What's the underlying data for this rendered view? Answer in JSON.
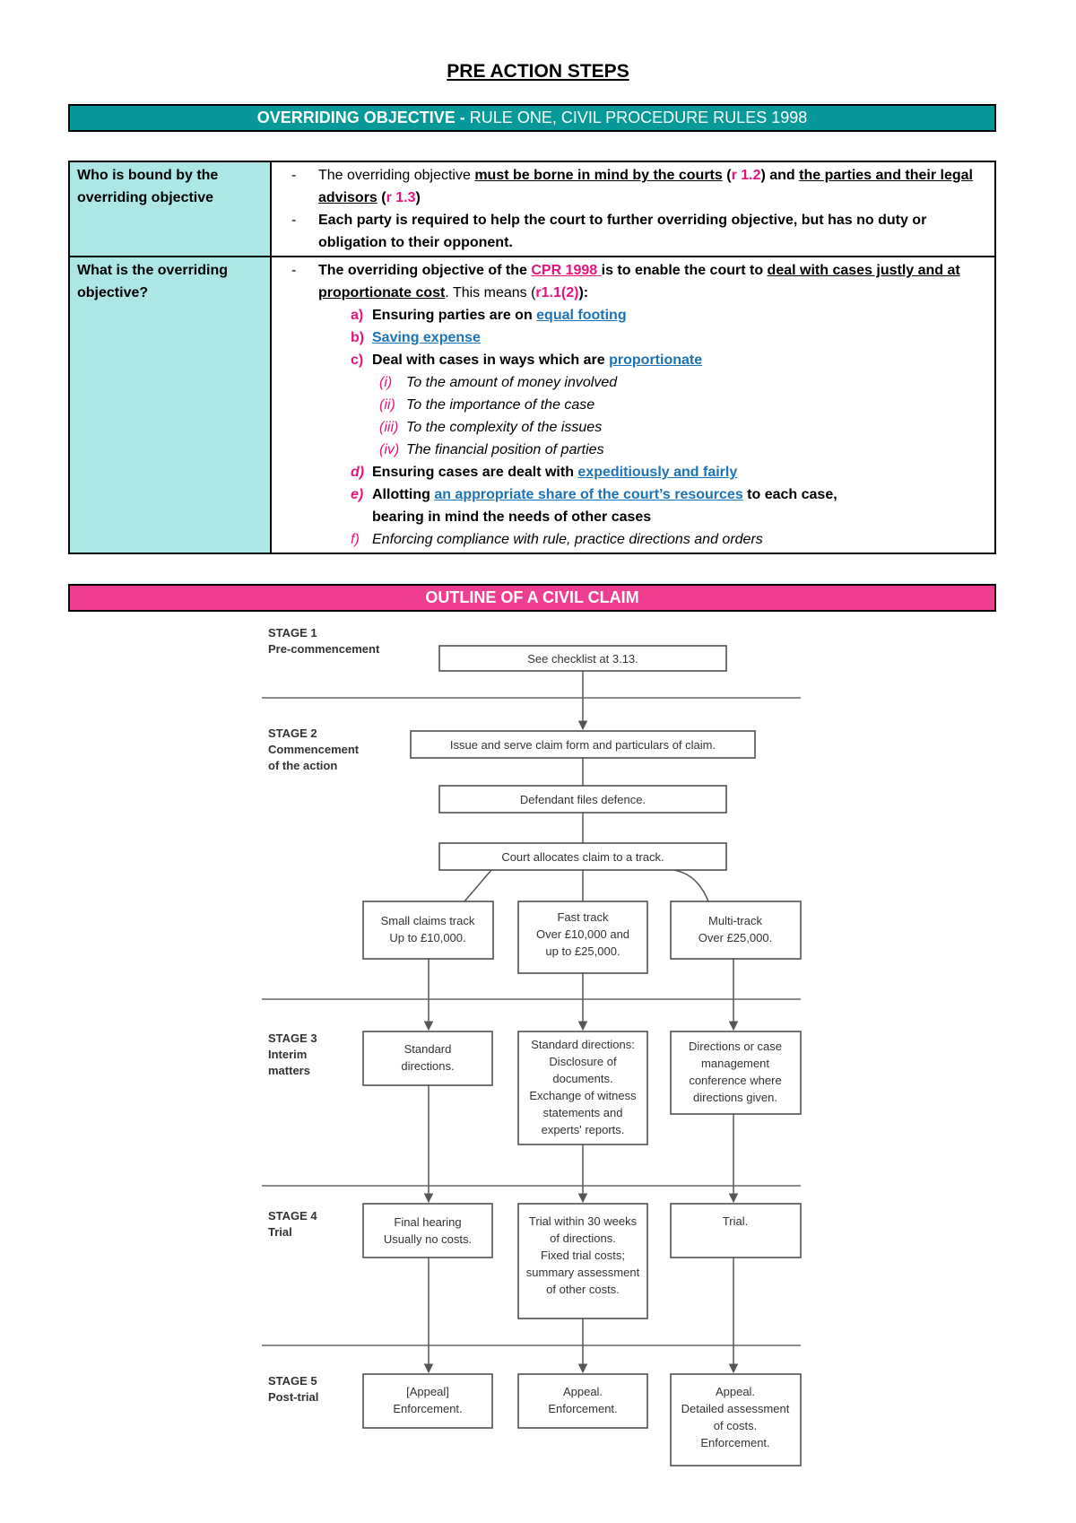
{
  "title": "PRE ACTION STEPS",
  "banner1": {
    "bold": "OVERRIDING OBJECTIVE - ",
    "rest": "RULE ONE, CIVIL PROCEDURE RULES 1998"
  },
  "table": {
    "row1": {
      "question": "Who is bound by the overriding objective",
      "b1": {
        "a": "The overriding objective ",
        "b": "must be borne in mind by the courts",
        "c": " (",
        "d": "r 1.2",
        "e": ") and ",
        "f": "the parties and their legal advisors",
        "g": " (",
        "h": "r 1.3",
        "i": ")"
      },
      "b2": "Each party is required to help the court to further overriding objective, but has no duty or obligation to their opponent."
    },
    "row2": {
      "question": "What is the overriding objective?",
      "intro": {
        "a": "The overriding objective of the ",
        "b": "CPR 1998 ",
        "c": "is to enable the court to ",
        "d": "deal with cases justly and at proportionate cost",
        "e": ". This means (",
        "f": "r1.1(2)",
        "g": "):"
      },
      "a": {
        "label": "a)",
        "pre": "Ensuring parties are on ",
        "link": "equal footing"
      },
      "b": {
        "label": "b)",
        "link": "Saving expense"
      },
      "c": {
        "label": "c)",
        "pre": "Deal with cases in ways which are ",
        "link": "proportionate"
      },
      "c_items": [
        {
          "label": "(i)",
          "text": "To the amount of money involved"
        },
        {
          "label": "(ii)",
          "text": "To the importance of the case"
        },
        {
          "label": "(iii)",
          "text": "To the complexity of the issues"
        },
        {
          "label": "(iv)",
          "text": "The financial position of parties"
        }
      ],
      "d": {
        "label": "d)",
        "pre": "Ensuring cases are dealt with ",
        "link": "expeditiously and fairly"
      },
      "e": {
        "label": "e)",
        "pre": "Allotting ",
        "link": "an appropriate share of the court’s resources",
        "post": " to each case,",
        "cont": "bearing in mind the needs of other cases"
      },
      "f": {
        "label": "f)",
        "text": "Enforcing compliance with rule, practice directions and orders"
      }
    }
  },
  "banner2": "OUTLINE OF A CIVIL CLAIM",
  "flow": {
    "stage1": {
      "title": "STAGE 1",
      "sub": [
        "Pre-commencement"
      ]
    },
    "stage2": {
      "title": "STAGE 2",
      "sub": [
        "Commencement",
        "of the action"
      ]
    },
    "stage3": {
      "title": "STAGE 3",
      "sub": [
        "Interim",
        "matters"
      ]
    },
    "stage4": {
      "title": "STAGE 4",
      "sub": [
        "Trial"
      ]
    },
    "stage5": {
      "title": "STAGE 5",
      "sub": [
        "Post-trial"
      ]
    },
    "checklist": "See checklist at 3.13.",
    "issue": "Issue and serve claim form and particulars of claim.",
    "defence": "Defendant files defence.",
    "allocate": "Court allocates claim to a track.",
    "small": [
      "Small claims track",
      "Up to £10,000."
    ],
    "fast": [
      "Fast track",
      "Over £10,000 and",
      "up to £25,000."
    ],
    "multi": [
      "Multi-track",
      "Over £25,000."
    ],
    "interim_small": [
      "Standard",
      "directions."
    ],
    "interim_fast": [
      "Standard directions:",
      "Disclosure of",
      "documents.",
      "Exchange of witness",
      "statements and",
      "experts' reports."
    ],
    "interim_multi": [
      "Directions or case",
      "management",
      "conference where",
      "directions given."
    ],
    "trial_small": [
      "Final hearing",
      "Usually no costs."
    ],
    "trial_fast": [
      "Trial within 30 weeks",
      "of directions.",
      "Fixed trial costs;",
      "summary assessment",
      "of other costs."
    ],
    "trial_multi": [
      "Trial."
    ],
    "post_small": [
      "[Appeal]",
      "Enforcement."
    ],
    "post_fast": [
      "Appeal.",
      "Enforcement."
    ],
    "post_multi": [
      "Appeal.",
      "Detailed assessment",
      "of costs.",
      "Enforcement."
    ]
  }
}
